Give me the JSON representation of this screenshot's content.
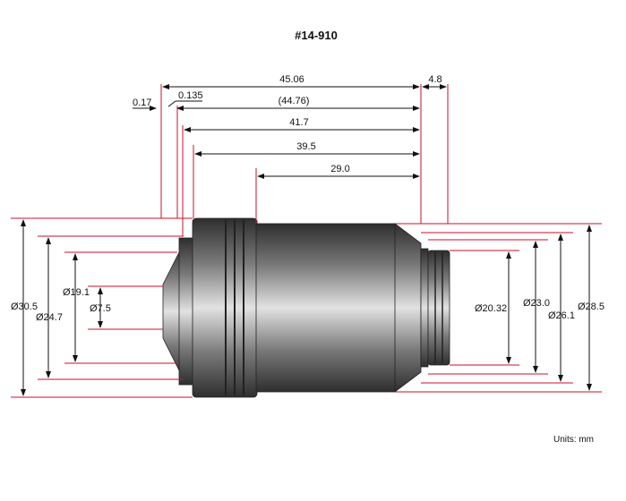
{
  "title": "#14-910",
  "units": "Units: mm",
  "dimensions": {
    "overall_length": "45.06",
    "flange": "4.8",
    "offset_a": "0.17",
    "offset_b": "0.135",
    "inner_length": "(44.76)",
    "length_41": "41.7",
    "length_39": "39.5",
    "length_29": "29.0",
    "dia_30_5": "Ø30.5",
    "dia_24_7": "Ø24.7",
    "dia_19_1": "Ø19.1",
    "dia_7_5": "Ø7.5",
    "dia_20_32": "Ø20.32",
    "dia_23_0": "Ø23.0",
    "dia_26_1": "Ø26.1",
    "dia_28_5": "Ø28.5"
  },
  "colors": {
    "dimension_line": "#c8102e",
    "arrow_line": "#111111",
    "body_dark": "#3a3a3a",
    "body_light": "#d9d9d9"
  }
}
